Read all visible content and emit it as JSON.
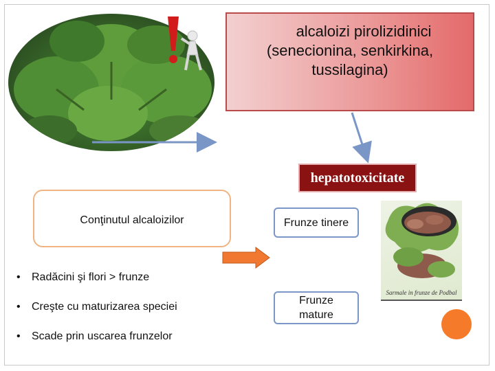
{
  "callout": {
    "line1": "alcaloizi pirolizidinici",
    "line2": "(senecionina, senkirkina,",
    "line3": "tussilagina)"
  },
  "hepatotoxicity_label": "hepatotoxicitate",
  "content_box_label": "Conţinutul alcaloizilor",
  "young_leaves_label": "Frunze tinere",
  "mature_leaves_label": "Frunze mature",
  "bullets": [
    "Radăcini şi flori > frunze",
    "Creşte cu maturizarea speciei",
    "Scade prin uscarea frunzelor"
  ],
  "recipe_caption": "Sarmale in frunze de Podbal",
  "bullet_symbol": "•",
  "colors": {
    "callout_border": "#b84a4a",
    "hepato_bg": "#8a1212",
    "arrow_blue": "#7a96c6",
    "arrow_orange": "#f07830",
    "accent_orange": "#f57a2a"
  }
}
